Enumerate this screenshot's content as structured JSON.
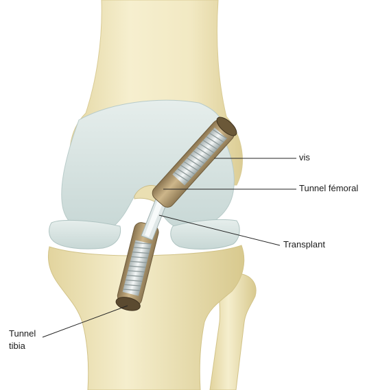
{
  "labels": {
    "screw": "vis",
    "femoral_tunnel": "Tunnel fémoral",
    "graft": "Transplant",
    "tibial_tunnel_line1": "Tunnel",
    "tibial_tunnel_line2": "tibia"
  },
  "colors": {
    "bone": "#efe6bf",
    "bone_shadow": "#dcd09a",
    "cartilage": "#d8e4e2",
    "meniscus": "#c9d8d7",
    "tunnel": "#b49b6c",
    "screw": "#e6ecec",
    "leader_line": "#222222"
  }
}
